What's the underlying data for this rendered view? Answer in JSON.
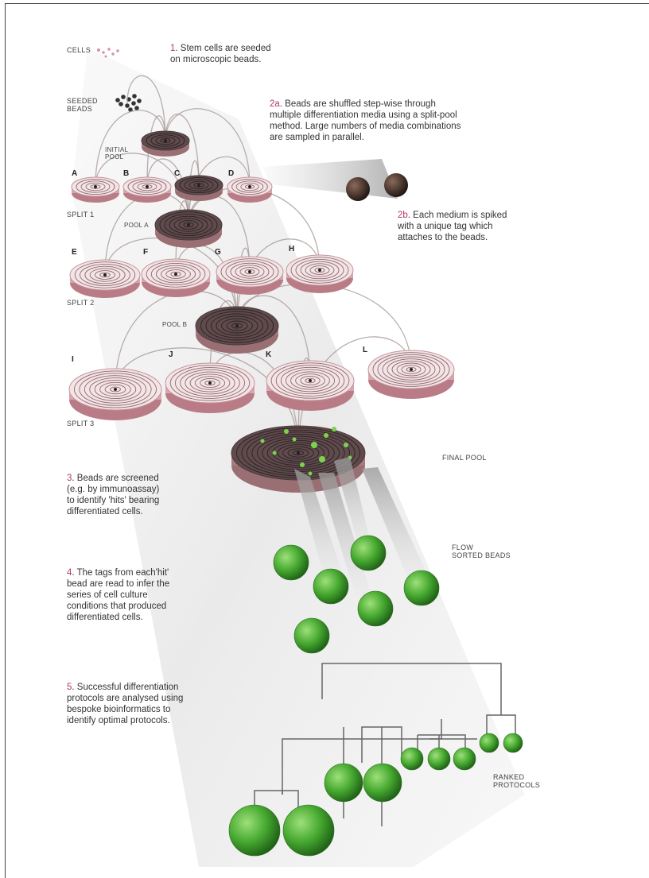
{
  "labels": {
    "cells": "CELLS",
    "seeded_beads": "SEEDED\nBEADS",
    "initial_pool": "INITIAL\nPOOL",
    "split1": "SPLIT 1",
    "split2": "SPLIT 2",
    "split3": "SPLIT 3",
    "pool_a": "POOL A",
    "pool_b": "POOL B",
    "final_pool": "FINAL POOL",
    "flow_sorted": "FLOW\nSORTED BEADS",
    "ranked": "RANKED\nPROTOCOLS"
  },
  "dishes": [
    "A",
    "B",
    "C",
    "D",
    "E",
    "F",
    "G",
    "H",
    "I",
    "J",
    "K",
    "L"
  ],
  "steps": {
    "s1": {
      "num": "1",
      "text": ". Stem cells are seeded\non microscopic beads."
    },
    "s2a": {
      "num": "2a",
      "text": ". Beads are shuffled step-wise through\nmultiple differentiation media using a split-pool\nmethod. Large numbers of media combinations\nare sampled in parallel."
    },
    "s2b": {
      "num": "2b",
      "text": ". Each medium is spiked\nwith a unique tag which\nattaches to the beads."
    },
    "s3": {
      "num": "3",
      "text": ". Beads are screened\n(e.g. by immunoassay)\nto identify 'hits' bearing\ndifferentiated cells."
    },
    "s4": {
      "num": "4",
      "text": ". The tags from each'hit'\nbead are read to infer the\nseries of cell culture\nconditions that produced\ndifferentiated cells."
    },
    "s5": {
      "num": "5",
      "text": ". Successful differentiation\nprotocols are analysed using\nbespoke bioinformatics to\nidentify optimal protocols."
    }
  },
  "colors": {
    "accent": "#b3366e",
    "dish_pink": "#d8a6ad",
    "dish_pink_dark": "#b97c86",
    "bead_green": "#3c9a2a",
    "text": "#333333"
  }
}
